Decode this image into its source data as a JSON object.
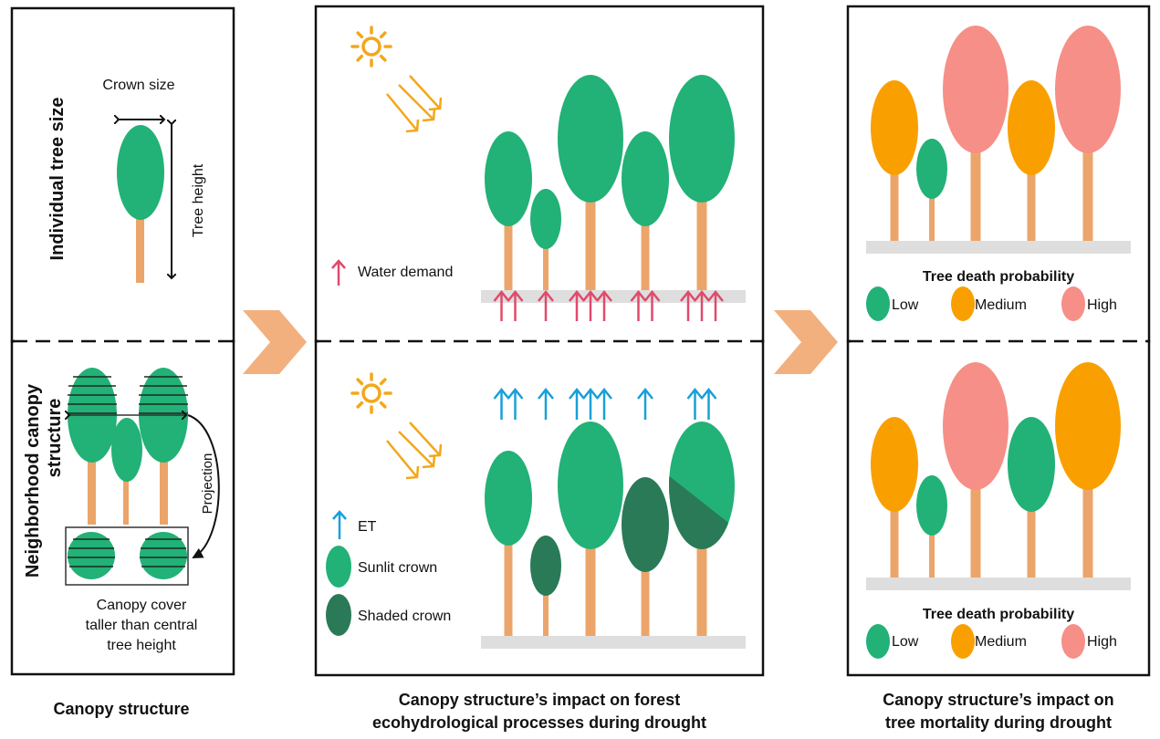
{
  "colors": {
    "sunlit_green": "#22b177",
    "shaded_green": "#2a7a57",
    "trunk": "#eba56a",
    "ground": "#dedede",
    "water_demand_arrow": "#e04a6b",
    "et_arrow": "#1a9fd8",
    "sun": "#f3a71a",
    "low": "#22b177",
    "medium": "#f9a000",
    "high": "#f68f87",
    "chevron": "#f2b07f"
  },
  "panel1": {
    "title": "Canopy structure",
    "top": {
      "side_label": "Individual tree size",
      "crown_size_label": "Crown size",
      "tree_height_label": "Tree height"
    },
    "bottom": {
      "side_label_line1": "Neighborhood canopy",
      "side_label_line2": "structure",
      "projection_label": "Projection",
      "caption_line1": "Canopy cover",
      "caption_line2": "taller than central",
      "caption_line3": "tree height"
    }
  },
  "panel2": {
    "title_line1": "Canopy structure’s impact on forest",
    "title_line2": "ecohydrological processes during drought",
    "top": {
      "legend_water_demand": "Water demand",
      "trees": [
        {
          "size": "medium",
          "water_demand_arrows": 2
        },
        {
          "size": "small",
          "water_demand_arrows": 1
        },
        {
          "size": "large",
          "water_demand_arrows": 3
        },
        {
          "size": "medium",
          "water_demand_arrows": 2
        },
        {
          "size": "large",
          "water_demand_arrows": 3
        }
      ]
    },
    "bottom": {
      "legend_et": "ET",
      "legend_sunlit": "Sunlit crown",
      "legend_shaded": "Shaded crown",
      "trees": [
        {
          "size": "medium",
          "crown": "sunlit",
          "et_arrows": 2
        },
        {
          "size": "small",
          "crown": "shaded",
          "et_arrows": 1
        },
        {
          "size": "large",
          "crown": "sunlit",
          "et_arrows": 3
        },
        {
          "size": "medium",
          "crown": "shaded",
          "et_arrows": 1
        },
        {
          "size": "large",
          "crown": "partly shaded",
          "et_arrows": 2
        }
      ]
    }
  },
  "panel3": {
    "title_line1": "Canopy structure’s impact on",
    "title_line2": "tree mortality during drought",
    "legend_title": "Tree death probability",
    "legend_low": "Low",
    "legend_medium": "Medium",
    "legend_high": "High",
    "top_trees": [
      "medium",
      "low",
      "high",
      "medium",
      "high"
    ],
    "bottom_trees": [
      "medium",
      "low",
      "high",
      "low",
      "medium"
    ]
  }
}
